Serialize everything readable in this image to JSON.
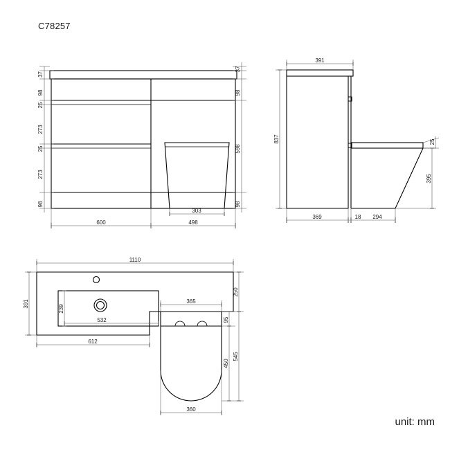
{
  "document": {
    "title": "C78257",
    "unit_note": "unit: mm"
  },
  "views": {
    "front": {
      "name": "front-elevation",
      "dimensions": {
        "left_stack": [
          "37",
          "98",
          "25",
          "273",
          "25",
          "273",
          "98"
        ],
        "right_stack": [
          "37",
          "98",
          "598",
          "98"
        ],
        "bottom": [
          "600",
          "498"
        ],
        "toilet_width": "303"
      }
    },
    "side": {
      "name": "side-elevation",
      "dimensions": {
        "top_width": "391",
        "total_height": "837",
        "seat_thickness": "25",
        "toilet_height": "395",
        "bottom": [
          "369",
          "18",
          "294"
        ]
      }
    },
    "plan": {
      "name": "plan-view",
      "dimensions": {
        "overall_width": "1110",
        "basin_depth": "391",
        "bowl_inner_depth": "239",
        "bowl_inner_width": "532",
        "basin_width": "612",
        "toilet_plan_width": "365",
        "right_offset": "250",
        "seat_gap": "95",
        "pan_length": "450",
        "total_depth": "545",
        "pan_width": "360"
      }
    }
  },
  "colors": {
    "line": "#000000",
    "dimension": "#4a4a4a",
    "text": "#1a1a1a",
    "background": "#ffffff"
  }
}
